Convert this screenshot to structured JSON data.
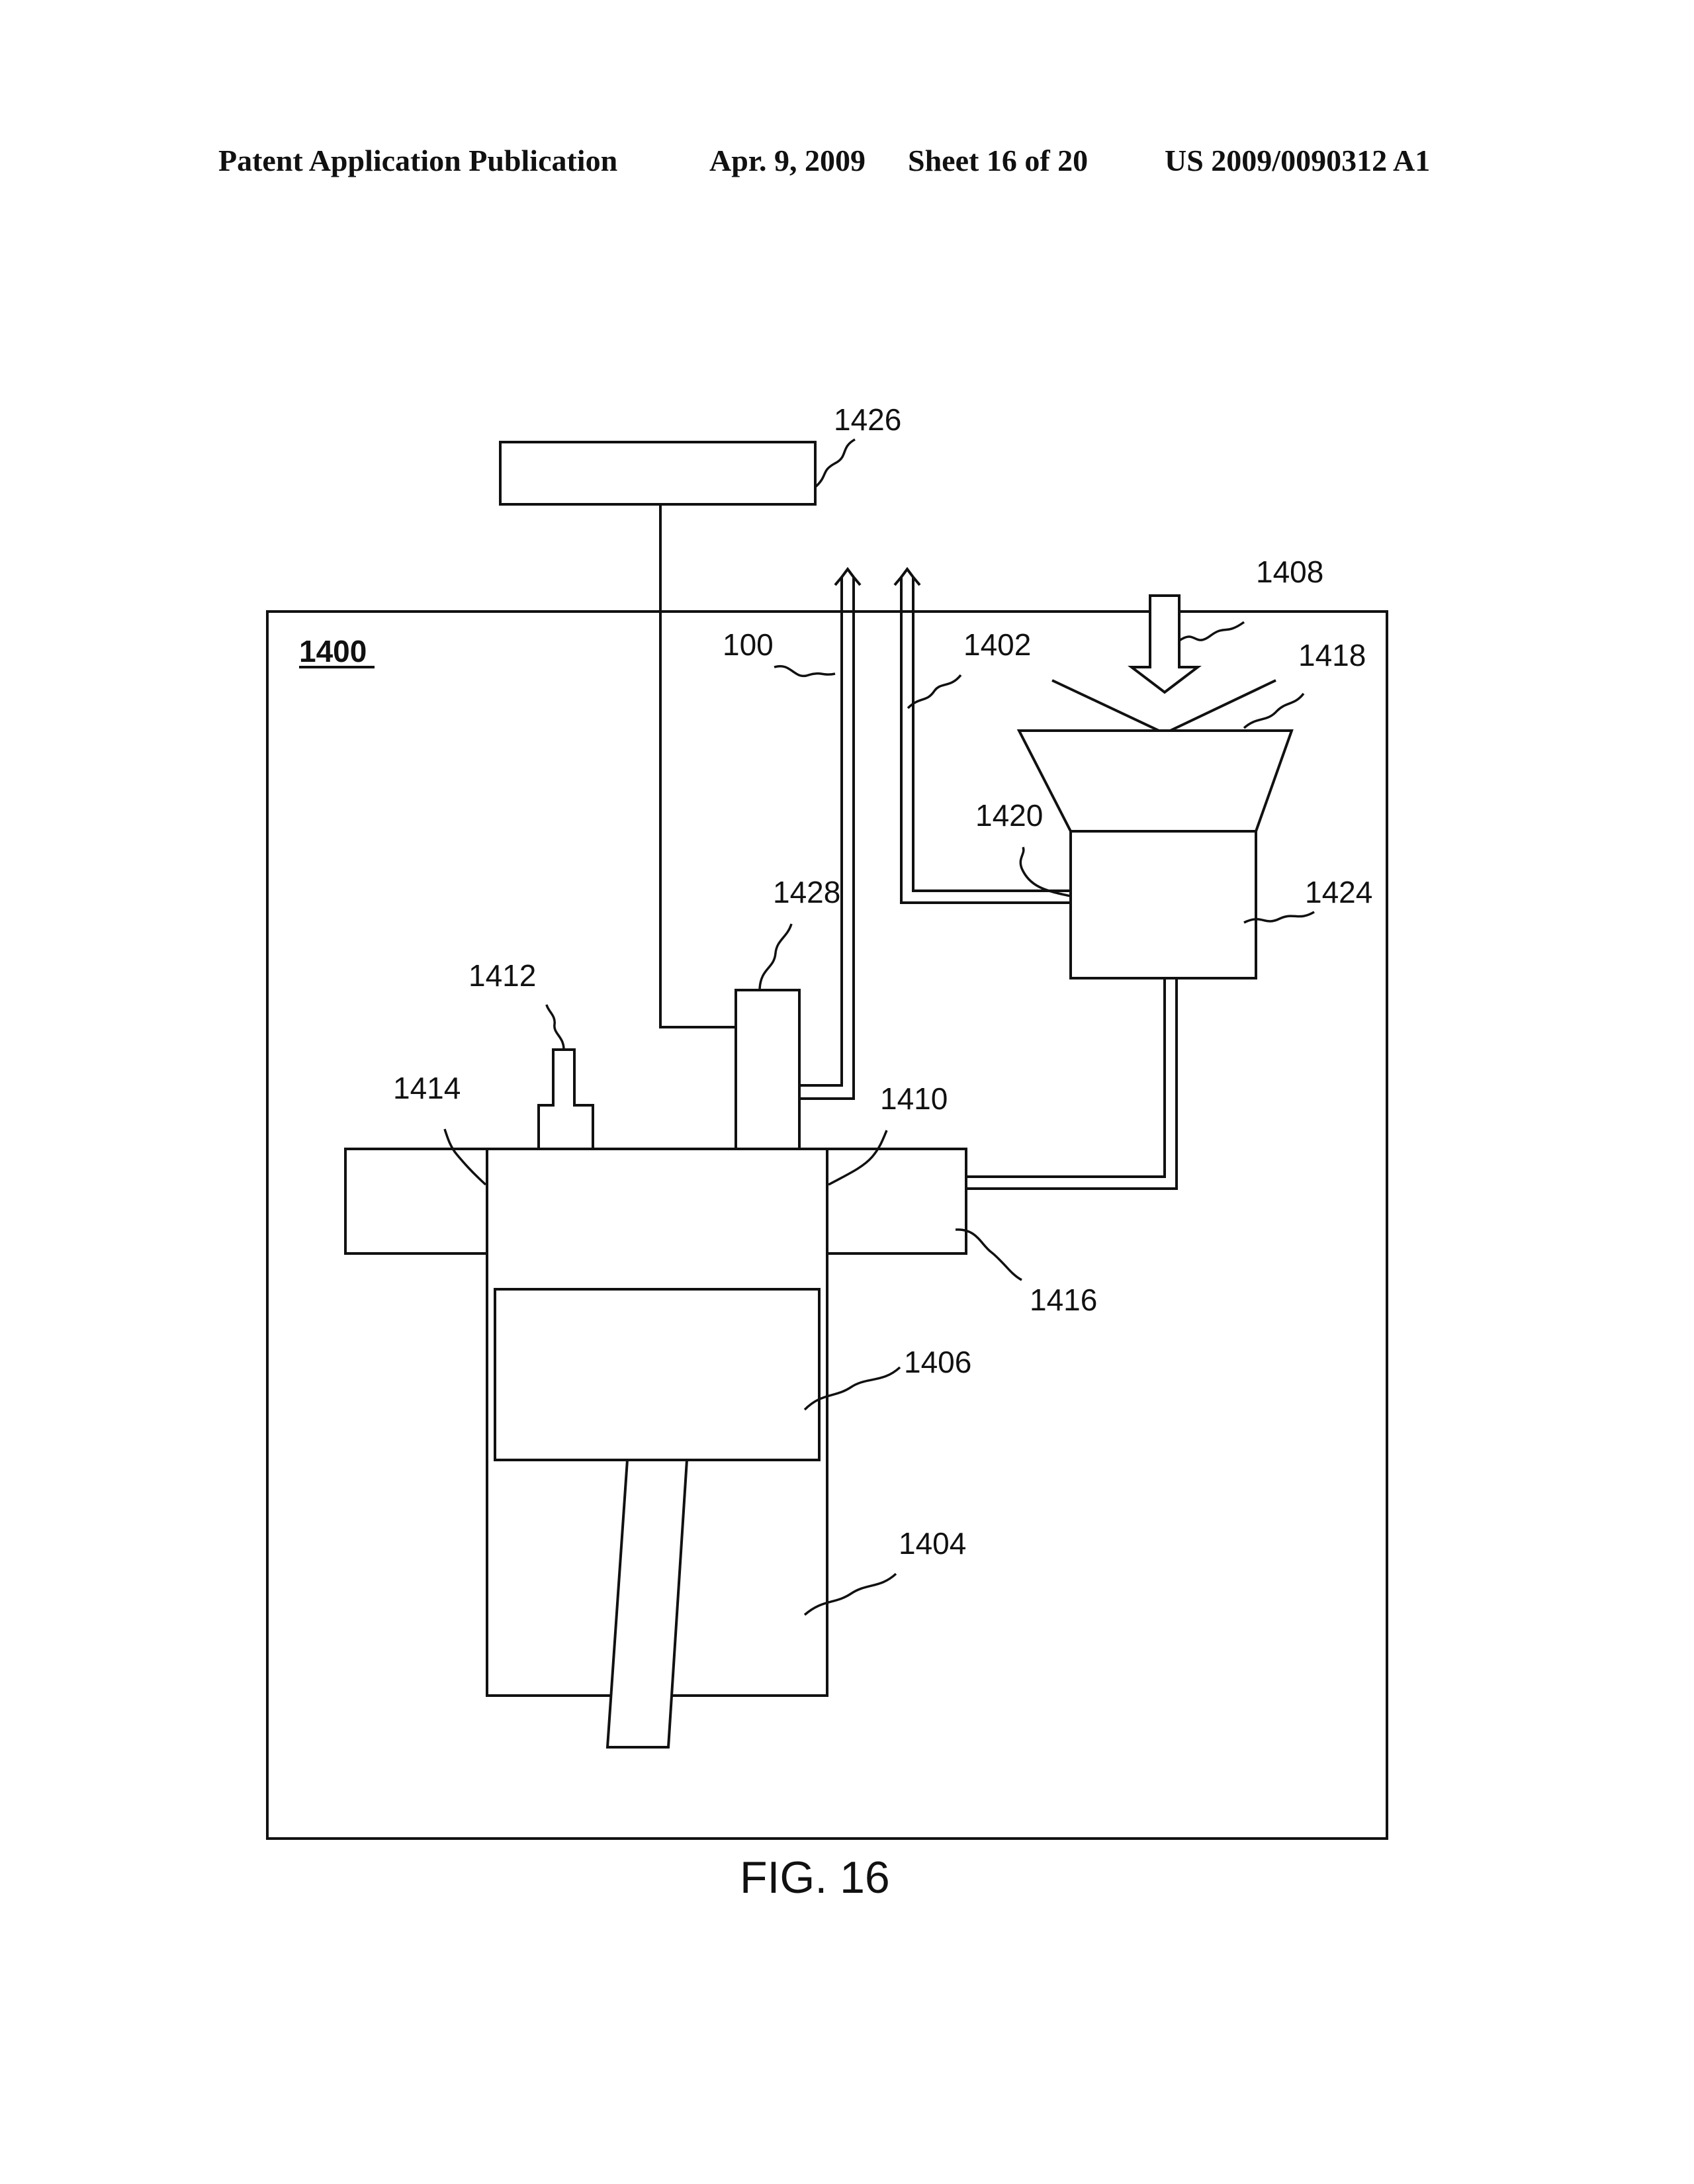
{
  "header": {
    "publication": "Patent Application Publication",
    "date": "Apr. 9, 2009",
    "sheet": "Sheet 16 of 20",
    "number": "US 2009/0090312 A1"
  },
  "figure": {
    "caption": "FIG. 16",
    "system_label": "1400",
    "labels": {
      "controller": "1426",
      "pipe_100": "100",
      "pipe_1402": "1402",
      "input_arrow": "1408",
      "hopper": "1418",
      "inlet": "1420",
      "mixer": "1424",
      "connector": "1428",
      "sensor": "1412",
      "left_port": "1414",
      "right_port": "1410",
      "manifold": "1416",
      "piston": "1406",
      "cylinder": "1404"
    }
  }
}
